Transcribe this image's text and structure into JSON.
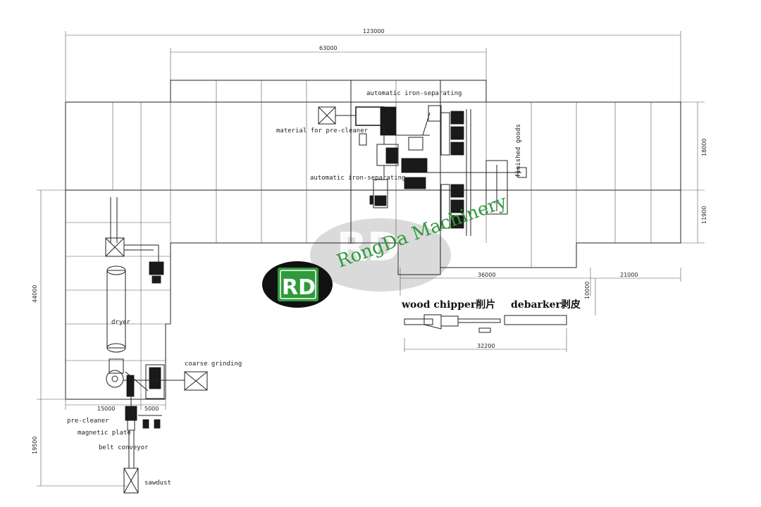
{
  "dimensions": {
    "overall_width": "123000",
    "workshop_width": "63000",
    "right_section": "36000",
    "right_offset": "21000",
    "upper_height": "18000",
    "lower_height": "11900",
    "left_height": "44000",
    "left_bottom": "19500",
    "left_width": "15000",
    "small_width": "5000",
    "chipper_height": "10000",
    "chipper_length": "32200"
  },
  "labels": {
    "iron_sep_top": "automatic iron-separating",
    "material_precleaner": "material for pre-cleaner",
    "iron_sep_mid": "automatic iron-separating",
    "finished_goods": "finished goods",
    "dryer": "dryer",
    "coarse_grinding": "coarse grinding",
    "pre_cleaner": "pre-cleaner",
    "magnetic_plate": "magnetic plate",
    "belt_conveyor": "belt conveyor",
    "sawdust": "sawdust",
    "wood_chipper": "wood chipper削片",
    "debarker": "debarker剥皮"
  },
  "brand": {
    "name": "RongDa Machinery",
    "logo_letters": "RD",
    "color": "#2f9a3a"
  }
}
